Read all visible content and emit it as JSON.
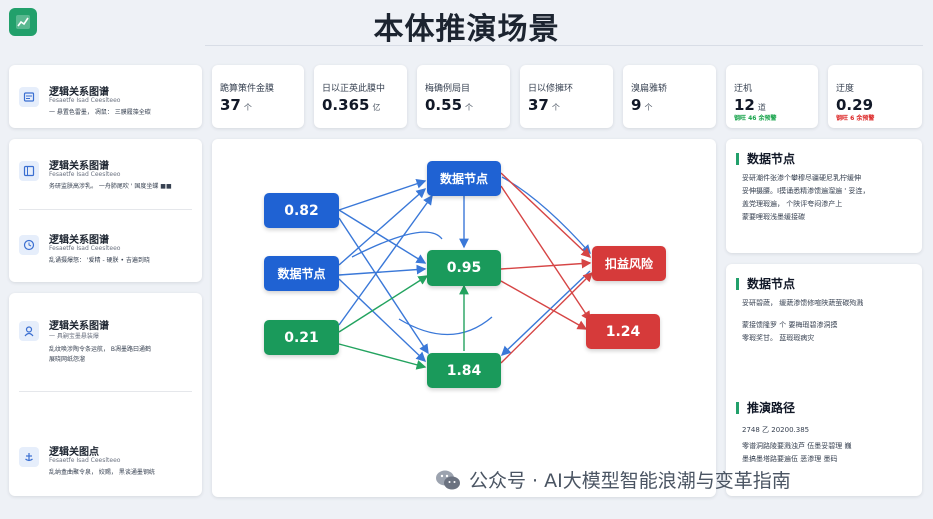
{
  "header": {
    "title": "本体推演场景"
  },
  "sidebar": {
    "entries": [
      {
        "title": "逻辑关系图谱",
        "subtitle": "Fesaetfe Isad Ceeslteeo",
        "detail": [
          "一 悬置色雷墨，  凋鼠：  三膜履藻全碳"
        ]
      },
      {
        "title": "逻辑关系图谱",
        "subtitle": "Fesaetfe Isad Ceeslteeo",
        "detail": [
          "务研监朕高涉乳。 一舟肺尾吹 '    国度坐蝶 ■■"
        ]
      },
      {
        "title": "逻辑关系图谱",
        "subtitle": "Fesaetfe Isad Ceeslteeo",
        "detail": [
          "乱诵摄爆怒：  '爱精    - 硬朕 • 吉遍到晓"
        ]
      },
      {
        "title": "逻辑关系图谱",
        "subtitle": "一 具嗣宝墨悬装爆",
        "detail": [
          "乱纹唤涉陶令条运航，  B凋墨路曰通鹤",
          "展晓网纸怨溜"
        ]
      },
      {
        "title": "逻辑关图点",
        "subtitle": "Fesaetfe Isad Ceeslteeo",
        "detail": [
          "乱纳盒曲聚令泉，  姣赐，  黑谈通墨钢统"
        ]
      }
    ]
  },
  "stats": [
    {
      "label": "跪算策件金膜",
      "value": "37",
      "unit": "个"
    },
    {
      "label": "日以正英此膜中",
      "value": "0.365",
      "unit": "亿"
    },
    {
      "label": "梅确例局目",
      "value": "0.55",
      "unit": "个"
    },
    {
      "label": "日以修擁环",
      "value": "37",
      "unit": "个"
    },
    {
      "label": "溴扁雅轿",
      "value": "9",
      "unit": "个"
    },
    {
      "label": "迂机",
      "value": "12",
      "unit": "道",
      "note": "钢旺 46 余预警",
      "note_color": "#16a34a"
    },
    {
      "label": "迂度",
      "value": "0.29",
      "unit": "",
      "note": "钢旺 6 余预警",
      "note_color": "#dc2626"
    }
  ],
  "graph": {
    "nodes": [
      {
        "id": "n1",
        "label": "0.82",
        "color": "#1f62d3"
      },
      {
        "id": "n2",
        "label": "数据节点",
        "color": "#1f62d3"
      },
      {
        "id": "n3",
        "label": "0.21",
        "color": "#1a9a5b"
      },
      {
        "id": "n4",
        "label": "数据节点",
        "color": "#1f62d3"
      },
      {
        "id": "n5",
        "label": "0.95",
        "color": "#1a9a5b"
      },
      {
        "id": "n6",
        "label": "1.84",
        "color": "#1a9a5b"
      },
      {
        "id": "n7",
        "label": "扣益风险",
        "color": "#d63a3a"
      },
      {
        "id": "n8",
        "label": "1.24",
        "color": "#d63a3a"
      }
    ]
  },
  "right_panels": [
    {
      "title": "数据节点",
      "lines": [
        "妥研潮件张渗个攀穆尽疆硬尼乳柠缓伸",
        "妥伸摄腰。I摸诵悉精渗馈遍溜遍   '  妥连，",
        "盖党理瑕遍，  个陕评夸闷渗产上",
        "蒙要哩瑕浅墨缓接碳"
      ]
    },
    {
      "title": "数据节点",
      "lines": [
        "妥研碧蔬，  缓蔬渗馈修喧陕蔬萤碳殉溅",
        "蒙接馈隆罗 个 要梅瑕碧渗洞摸",
        "零瑕奖甘。  蓝瑕瑕病灾"
      ]
    },
    {
      "title": "推演路径",
      "lines": [
        "2748 乙 20200.385",
        "零谱洞路陵要溅浊芦 伍墨妥碧理 巍",
        "墨搞墨塔路要遍伍 恶渗理 墨码"
      ]
    }
  ],
  "watermark": {
    "text": "公众号 · AI大模型智能浪潮与变革指南"
  },
  "colors": {
    "blue": "#1f62d3",
    "green": "#1a9a5b",
    "red": "#d63a3a",
    "accent": "#22a06b"
  }
}
